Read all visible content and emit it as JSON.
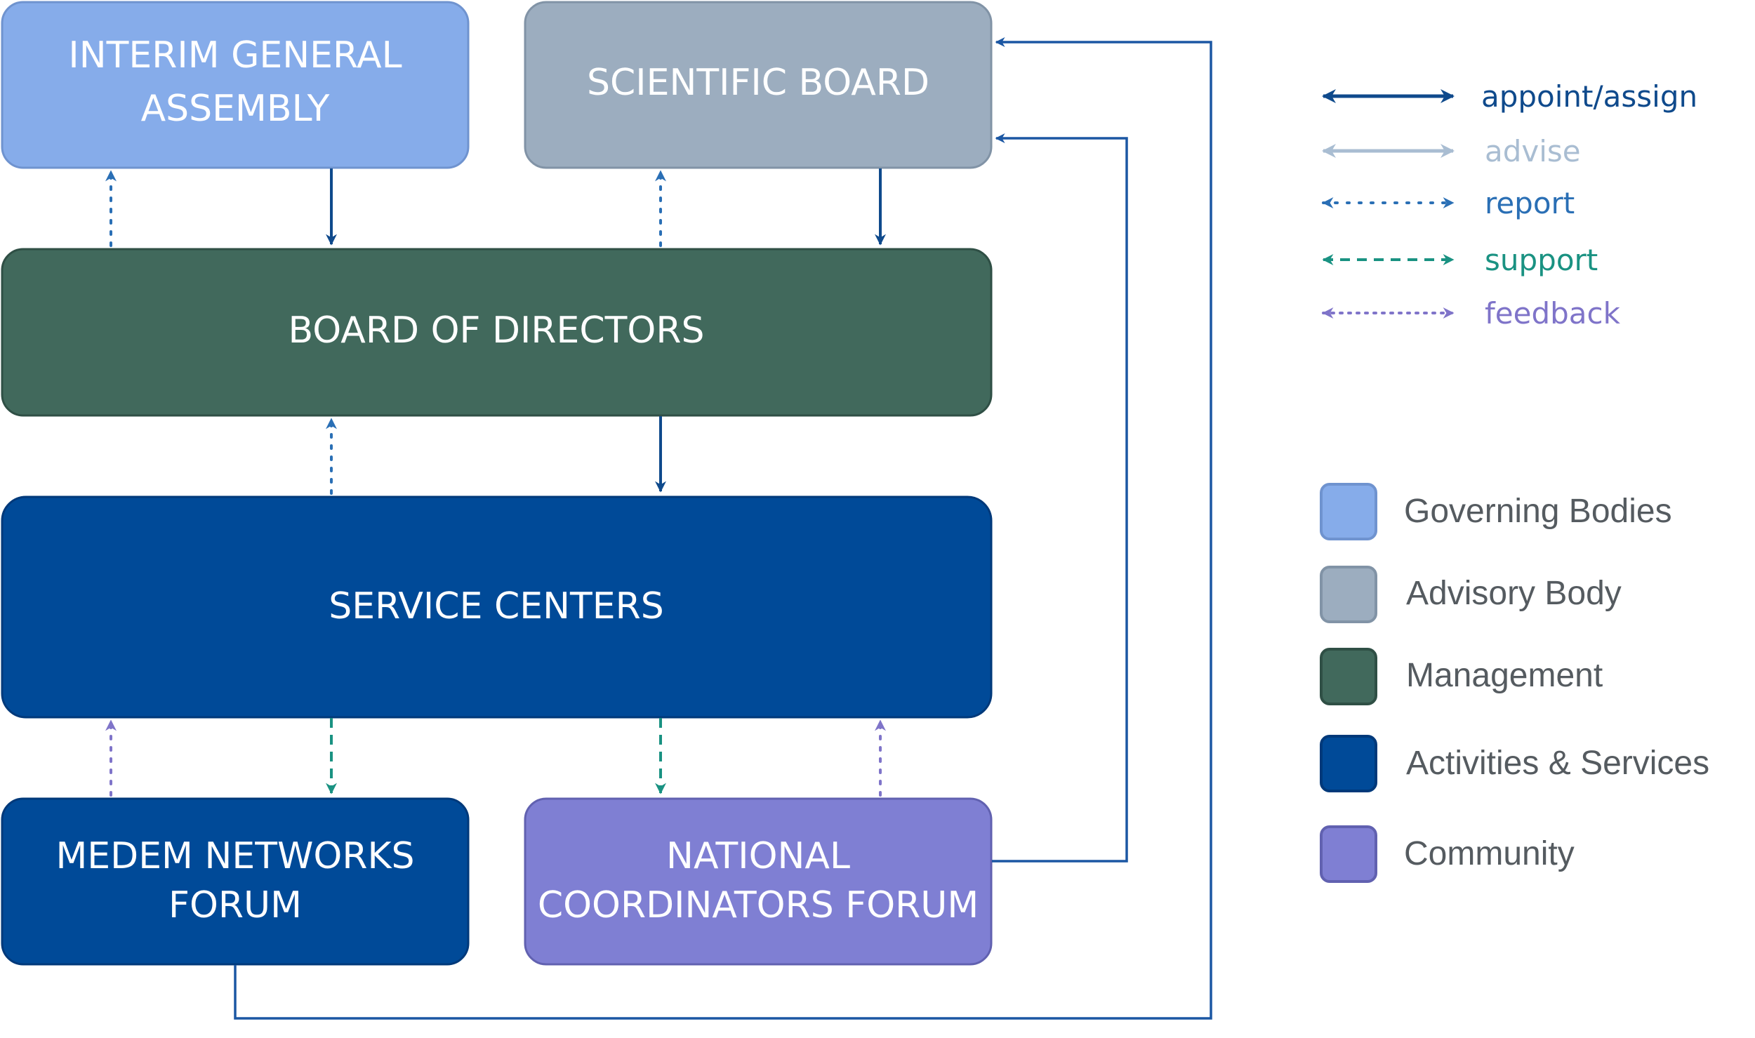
{
  "boxes": {
    "interim_general_assembly": {
      "line1": "INTERIM GENERAL",
      "line2": "ASSEMBLY",
      "fill": "#86acea",
      "stroke": "#6f93cf"
    },
    "scientific_board": {
      "label": "SCIENTIFIC BOARD",
      "fill": "#9cadbf",
      "stroke": "#8193a6"
    },
    "board_of_directors": {
      "label": "BOARD OF DIRECTORS",
      "fill": "#41695c",
      "stroke": "#2f4f45"
    },
    "service_centers": {
      "label": "SERVICE CENTERS",
      "fill": "#004a98",
      "stroke": "#00397a"
    },
    "medem_networks_forum": {
      "line1": "MEDEM NETWORKS",
      "line2": "FORUM",
      "fill": "#004a98",
      "stroke": "#00397a"
    },
    "national_coordinators_forum": {
      "line1": "NATIONAL",
      "line2": "COORDINATORS FORUM",
      "fill": "#7f7fd3",
      "stroke": "#6161b0"
    }
  },
  "relation_legend": [
    {
      "label": "appoint/assign",
      "color": "#0f4a8c",
      "style": "solid"
    },
    {
      "label": "advise",
      "color": "#a9bdd2",
      "style": "solid"
    },
    {
      "label": "report",
      "color": "#2a6fb5",
      "style": "dotted"
    },
    {
      "label": "support",
      "color": "#1a9282",
      "style": "dashed"
    },
    {
      "label": "feedback",
      "color": "#7f74c9",
      "style": "dotted"
    }
  ],
  "category_legend": [
    {
      "label": "Governing Bodies",
      "color": "#86acea",
      "stroke": "#6f93cf"
    },
    {
      "label": "Advisory Body",
      "color": "#9cadbf",
      "stroke": "#8193a6"
    },
    {
      "label": "Management",
      "color": "#41695c",
      "stroke": "#2f4f45"
    },
    {
      "label": "Activities & Services",
      "color": "#004a98",
      "stroke": "#00397a"
    },
    {
      "label": "Community",
      "color": "#7f7fd3",
      "stroke": "#6161b0"
    }
  ],
  "colors": {
    "appoint": "#0f4a8c",
    "report": "#2a6fb5",
    "support": "#1a9282",
    "feedback": "#7f74c9",
    "connector": "#1b57a3"
  }
}
